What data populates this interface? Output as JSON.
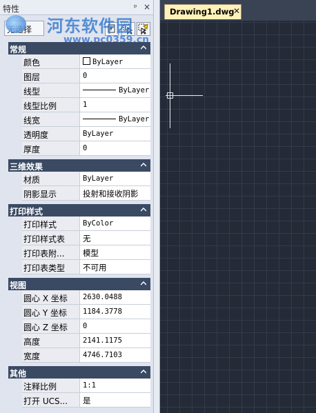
{
  "palette": {
    "title": "特性",
    "select_label": "无选择",
    "watermark": "河东软件园",
    "watermark_url": "www.pc0359.cn",
    "sections": [
      {
        "title": "常规",
        "rows": [
          {
            "label": "颜色",
            "value": "ByLayer",
            "swatch": true
          },
          {
            "label": "图层",
            "value": "0"
          },
          {
            "label": "线型",
            "value": "ByLayer",
            "line": true
          },
          {
            "label": "线型比例",
            "value": "1"
          },
          {
            "label": "线宽",
            "value": "ByLayer",
            "line": true
          },
          {
            "label": "透明度",
            "value": "ByLayer"
          },
          {
            "label": "厚度",
            "value": "0"
          }
        ]
      },
      {
        "title": "三维效果",
        "rows": [
          {
            "label": "材质",
            "value": "ByLayer"
          },
          {
            "label": "阴影显示",
            "value": "投射和接收阴影"
          }
        ]
      },
      {
        "title": "打印样式",
        "rows": [
          {
            "label": "打印样式",
            "value": "ByColor"
          },
          {
            "label": "打印样式表",
            "value": "无"
          },
          {
            "label": "打印表附...",
            "value": "模型"
          },
          {
            "label": "打印表类型",
            "value": "不可用"
          }
        ]
      },
      {
        "title": "视图",
        "rows": [
          {
            "label": "圆心 X 坐标",
            "value": "2630.0488"
          },
          {
            "label": "圆心 Y 坐标",
            "value": "1184.3778"
          },
          {
            "label": "圆心 Z 坐标",
            "value": "0"
          },
          {
            "label": "高度",
            "value": "2141.1175"
          },
          {
            "label": "宽度",
            "value": "4746.7103"
          }
        ]
      },
      {
        "title": "其他",
        "rows": [
          {
            "label": "注释比例",
            "value": "1:1"
          },
          {
            "label": "打开 UCS...",
            "value": "是"
          }
        ]
      }
    ]
  },
  "document": {
    "tab_label": "Drawing1.dwg",
    "close_glyph": "✕"
  },
  "colors": {
    "section_header": "#3a4a63",
    "canvas_bg": "#252a37",
    "tab_bg": "#fff2b8"
  }
}
